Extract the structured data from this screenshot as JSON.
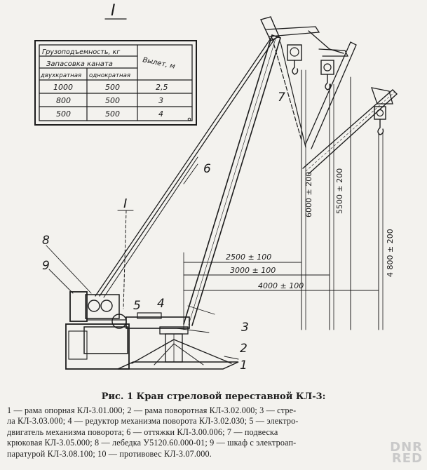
{
  "header_mark": "I",
  "table": {
    "header_load": "Грузоподъемность, кг",
    "header_reeving": "Запасовка каната",
    "header_double": "двухкратная",
    "header_single": "однократная",
    "header_reach": "Вылет, м",
    "rows": [
      {
        "double": "1000",
        "single": "500",
        "reach": "2,5"
      },
      {
        "double": "800",
        "single": "500",
        "reach": "3"
      },
      {
        "double": "500",
        "single": "500",
        "reach": "4"
      }
    ]
  },
  "callouts": {
    "n1": "1",
    "n2": "2",
    "n3": "3",
    "n4": "4",
    "n5": "5",
    "n6": "6",
    "n7": "7",
    "n8": "8",
    "n9": "9",
    "section": "I"
  },
  "dimensions": {
    "reach_25": "2500 ± 100",
    "reach_30": "3000 ± 100",
    "reach_40": "4000 ± 100",
    "height_6000": "6000 ± 200",
    "height_5500": "5500 ± 200",
    "height_4800": "4 800 ± 200"
  },
  "caption": "Рис. 1 Кран стреловой переставной КЛ-3:",
  "legend_lines": [
    "1 — рама опорная КЛ-3.01.000; 2 — рама поворотная КЛ-3.02.000; 3 — стре-",
    "ла КЛ-3.03.000; 4 — редуктор механизма поворота КЛ-3.02.030; 5 — электро-",
    "двигатель механизма поворота; 6 — оттяжки КЛ-3.00.006; 7 — подвеска",
    "крюковая КЛ-3.05.000; 8 — лебедка У5120.60.000-01; 9 — шкаф с электроап-",
    "паратурой КЛ-3.08.100; 10 — противовес КЛ-3.07.000."
  ],
  "watermark": [
    "DNR",
    "RED"
  ]
}
